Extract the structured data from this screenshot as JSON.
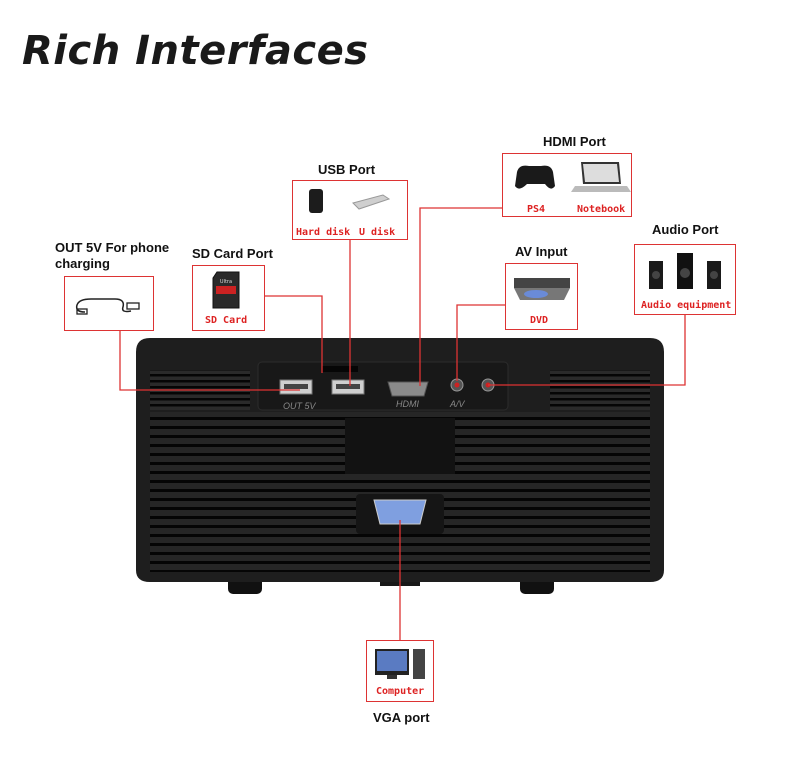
{
  "heading": "Rich Interfaces",
  "ports": {
    "out5v": {
      "label": "OUT 5V For phone charging"
    },
    "sd": {
      "label": "SD Card Port",
      "device": "SD Card"
    },
    "usb": {
      "label": "USB Port",
      "devices": [
        "Hard disk",
        "U disk"
      ]
    },
    "hdmi": {
      "label": "HDMI Port",
      "devices": [
        "PS4",
        "Notebook"
      ]
    },
    "av": {
      "label": "AV Input",
      "device": "DVD"
    },
    "audio": {
      "label": "Audio Port",
      "device": "Audio equipment"
    },
    "vga": {
      "label": "VGA port",
      "device": "Computer"
    }
  },
  "panel_marks": [
    "OUT 5V",
    "HDMI",
    "A/V"
  ],
  "colors": {
    "accent": "#d33",
    "body": "#1c1c1c",
    "grille": "#0a0a0a"
  }
}
